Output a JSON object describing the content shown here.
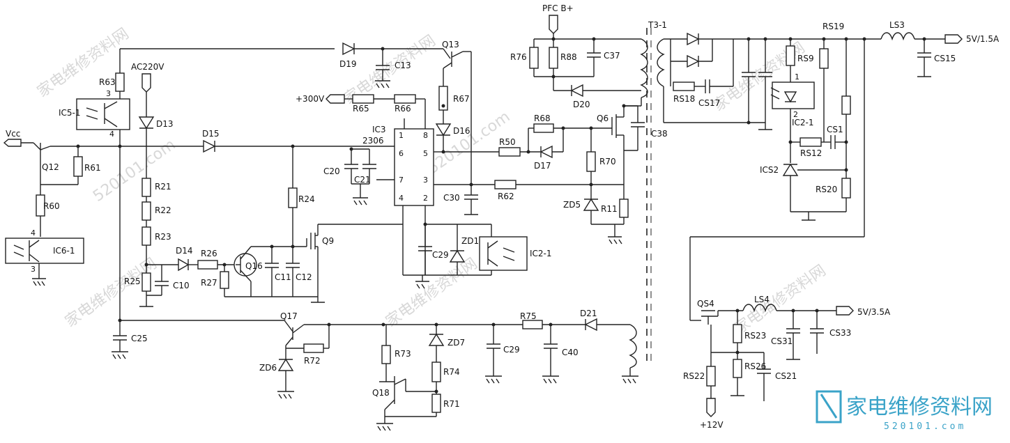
{
  "labels": {
    "vcc": "Vcc",
    "q12": "Q12",
    "r61": "R61",
    "r60": "R60",
    "ic6": "IC6-1",
    "r63": "R63",
    "ic5": "IC5-1",
    "ac220": "AC220V",
    "d13": "D13",
    "d19": "D19",
    "c13": "C13",
    "q13": "Q13",
    "plus300": "+300V",
    "r65": "R65",
    "r66": "R66",
    "r67": "R67",
    "d16": "D16",
    "d15": "D15",
    "ic3": "IC3",
    "ic3part": "2306",
    "c20": "C20",
    "c21": "C21",
    "r21": "R21",
    "r22": "R22",
    "r23": "R23",
    "r24": "R24",
    "d14": "D14",
    "r26": "R26",
    "r25": "R25",
    "c10": "C10",
    "r27": "R27",
    "q16": "Q16",
    "c11": "C11",
    "c12": "C12",
    "q9": "Q9",
    "c29a": "C29",
    "zd1": "ZD1",
    "ic2a": "IC2-1",
    "c30": "C30",
    "r62": "R62",
    "r50": "R50",
    "d17": "D17",
    "r68a": "R68",
    "q6": "Q6",
    "r70": "R70",
    "zd5": "ZD5",
    "r11": "R11",
    "c38": "C38",
    "pfc": "PFC B+",
    "r76": "R76",
    "r88": "R88",
    "c37": "C37",
    "d20": "D20",
    "t3": "T3-1",
    "rs18": "RS18",
    "cs17": "CS17",
    "rs9": "RS9",
    "rs19": "RS19",
    "ls3": "LS3",
    "out5v15": "5V/1.5A",
    "cs15": "CS15",
    "ic2b": "IC2-1",
    "cs1": "CS1",
    "rs12": "RS12",
    "ics2": "ICS2",
    "rs20": "RS20",
    "c25": "C25",
    "q17": "Q17",
    "zd6": "ZD6",
    "r72": "R72",
    "r73": "R73",
    "zd7": "ZD7",
    "r74": "R74",
    "q18": "Q18",
    "r71": "R71",
    "c29b": "C29",
    "r75": "R75",
    "c40": "C40",
    "d21": "D21",
    "qs4": "QS4",
    "ls4": "LS4",
    "out5v35": "5V/3.5A",
    "rs23": "RS23",
    "rs26": "RS26",
    "cs31": "CS31",
    "cs33": "CS33",
    "cs21": "CS21",
    "rs22": "RS22",
    "plus12": "+12V",
    "p3": "3",
    "p4": "4",
    "p4b": "4",
    "p3b": "3",
    "p1": "1",
    "p8": "8",
    "p6": "6",
    "p5": "5",
    "p7": "7",
    "p3c": "3",
    "p4c": "4",
    "p2": "2",
    "t1": "1",
    "t2": "2"
  },
  "watermark": {
    "text": "家电维修资料网",
    "url": "520101.com"
  },
  "logo": {
    "text": "家电维修资料网",
    "url": "520101.com"
  }
}
